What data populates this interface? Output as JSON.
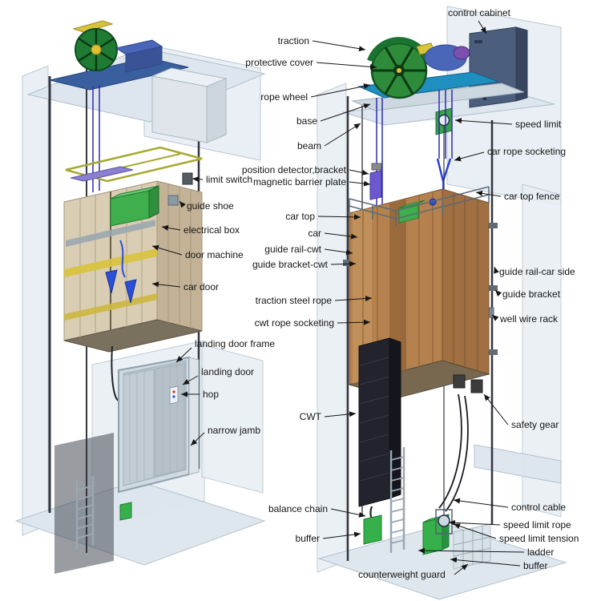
{
  "labels": {
    "limit_switch": "limit switch",
    "guide_shoe": "guide shoe",
    "electrical_box": "electrical box",
    "door_machine": "door machine",
    "car_door": "car door",
    "landing_door_frame": "landing door frame",
    "landing_door": "landing door",
    "hop": "hop",
    "narrow_jamb": "narrow jamb",
    "traction": "traction",
    "protective_cover": "protective cover",
    "rope_wheel": "rope wheel",
    "base": "base",
    "beam": "beam",
    "position_detector_bracket": "position detector,bracket",
    "magnetic_barrier_plate": "magnetic barrier plate",
    "car_top": "car top",
    "car": "car",
    "guide_rail_cwt": "guide rail-cwt",
    "guide_bracket_cwt": "guide bracket-cwt",
    "traction_steel_rope": "traction steel rope",
    "cwt_rope_socketing": "cwt rope socketing",
    "cwt": "CWT",
    "balance_chain": "balance chain",
    "buffer_left": "buffer",
    "counterweight_guard": "counterweight guard",
    "control_cabinet": "control cabinet",
    "speed_limit": "speed limit",
    "car_rope_socketing": "car rope socketing",
    "car_top_fence": "car top fence",
    "guide_rail_car_side": "guide rail-car side",
    "guide_bracket": "guide bracket",
    "well_wire_rack": "well wire rack",
    "safety_gear": "safety gear",
    "control_cable": "control cable",
    "speed_limit_rope": "speed limit rope",
    "speed_limit_tension": "speed limit tension",
    "ladder": "ladder",
    "buffer_right": "buffer"
  },
  "colors": {
    "label_text": "#161616",
    "leader_arrow": "#161616",
    "shaft_panel": "#e8eef4",
    "machine_wheel_green": "#2e8b3a",
    "motor_blue": "#4a66b8",
    "machine_bed_teal": "#1f8fbf",
    "car_copper": "#b5824f",
    "car_beige": "#d9cdb4",
    "electrical_box_green": "#3fae4c",
    "buffer_green": "#35b04a",
    "control_cabinet_blue": "#4b5e7e",
    "rope_blue": "#2d2db0",
    "cwt_dark": "#23232e",
    "yellow_accent": "#d8c33c"
  }
}
